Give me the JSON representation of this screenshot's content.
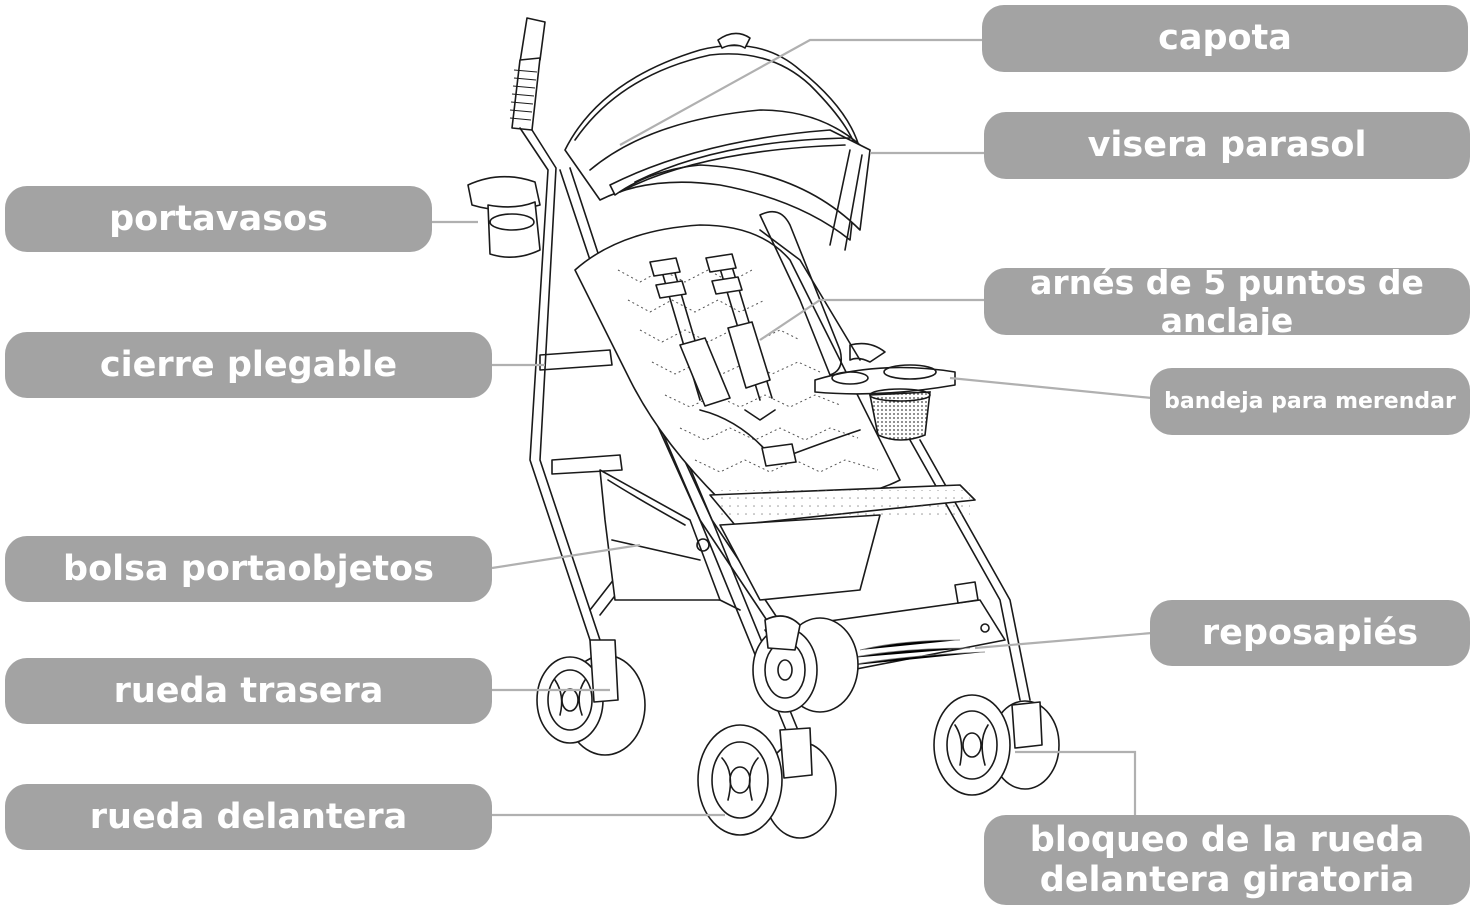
{
  "labels": {
    "capota": "capota",
    "visera": "visera parasol",
    "portavasos": "portavasos",
    "arnes": "arnés de 5 puntos de anclaje",
    "cierre": "cierre plegable",
    "bandeja": "bandeja para merendar",
    "bolsa": "bolsa portaobjetos",
    "reposapies": "reposapiés",
    "trasera": "rueda trasera",
    "delantera": "rueda delantera",
    "bloqueo_line1": "bloqueo de la rueda",
    "bloqueo_line2": "delantera giratoria"
  },
  "colors": {
    "label_background": "#a3a3a3",
    "label_text": "#ffffff",
    "leader_line": "#b0b0b0",
    "line_art": "#1a1a1a"
  }
}
